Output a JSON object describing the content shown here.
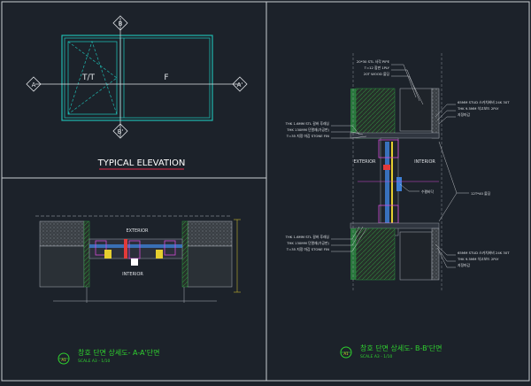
{
  "elevation": {
    "caption": "TYPICAL ELEVATION",
    "marker_b_top": "B",
    "marker_b_bottom": "B'",
    "marker_a_left": "A",
    "marker_a_right": "A'",
    "label_tt": "T/T",
    "label_f": "F"
  },
  "section_aa": {
    "exterior_label": "EXTERIOR",
    "interior_label": "INTERIOR",
    "title": "창호 단면 상세도- A-A'단면",
    "scale": "SCALE A3 - 1/10",
    "badge": "A1"
  },
  "section_bb": {
    "exterior_label": "EXTERIOR",
    "interior_label": "INTERIOR",
    "title": "창호 단면 상세도- B-B'단면",
    "scale": "SCALE A3 - 1/10",
    "badge": "A1",
    "notes_top": [
      "20*30 STL 사각 PIPE",
      "T=12 합판 1PLY",
      "20T WOOD 몰딩"
    ],
    "notes_head_left": [
      "THK 1.6MM STL 갈바 후레싱",
      "THK 130MM 단열재(가공판)",
      "T=35 지정 마감 STONE FIN"
    ],
    "notes_head_right": [
      "65MM STUD 스카치바비 24K 30T",
      "THK 9.5MM 석고보드 2PLY",
      "지정마감"
    ],
    "note_mid": "수평바닥",
    "note_mid_right": "12T*40 몰딩",
    "notes_sill_left": [
      "THK 1.6MM STL 갈바 후레싱",
      "THK 130MM 단열재(가공판)",
      "T=35 지정 마감 STONE FIN"
    ],
    "notes_sill_right": [
      "65MM STUD 스카치바비 24K 30T",
      "THK 9.5MM 석고보드 2PLY",
      "지정마감"
    ]
  }
}
